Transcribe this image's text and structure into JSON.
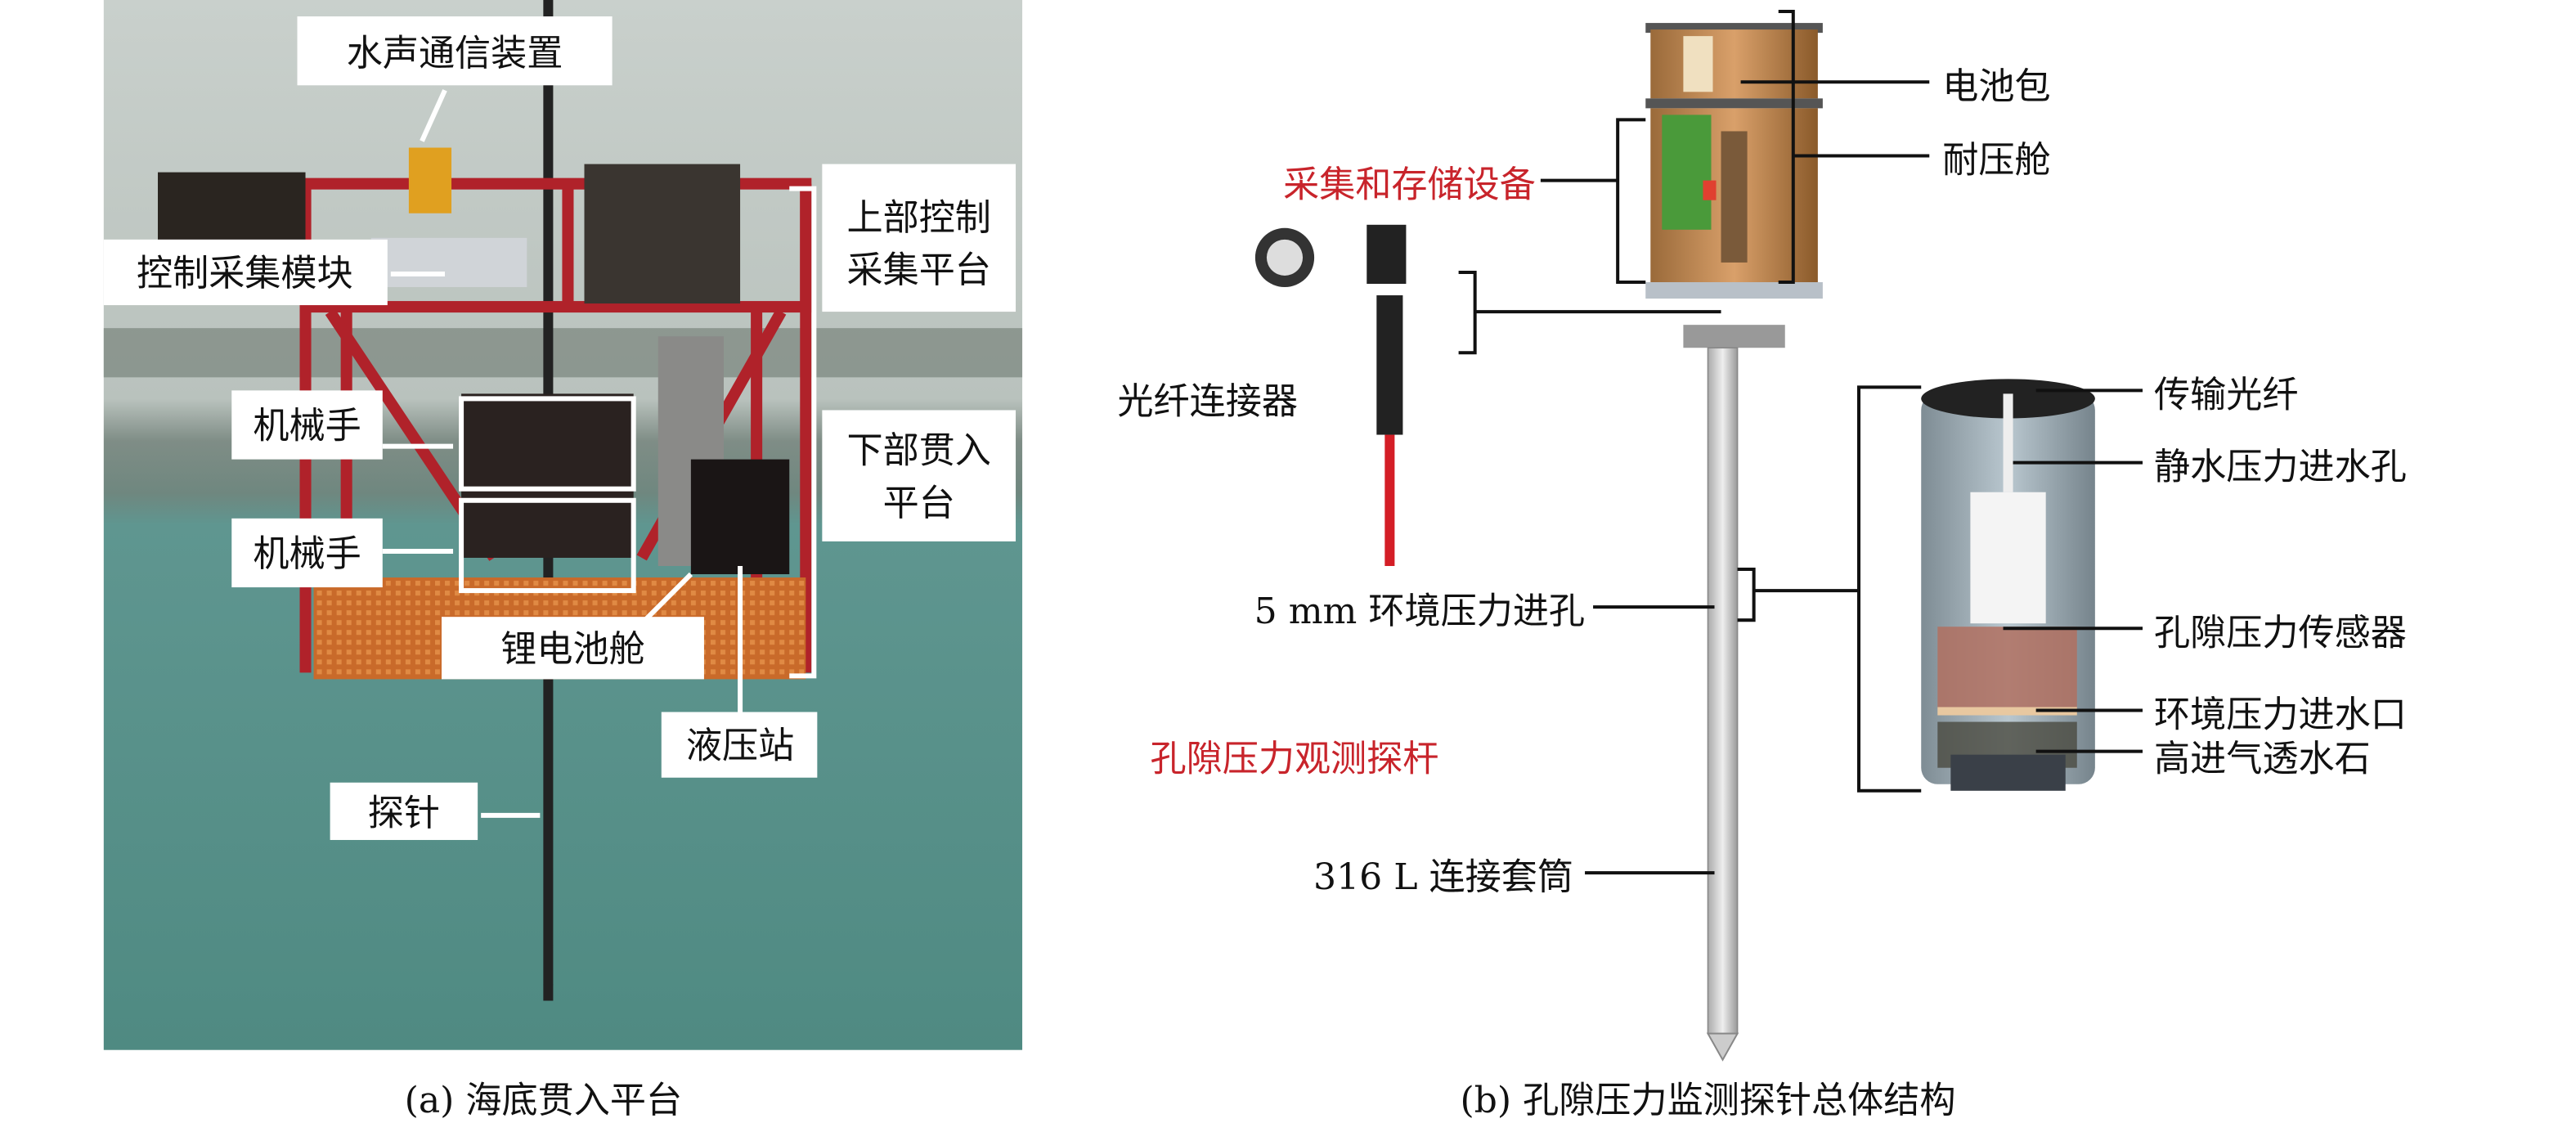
{
  "panel_a": {
    "caption": "(a) 海底贯入平台",
    "labels": {
      "acoustic": "水声通信装置",
      "control_module": "控制采集模块",
      "upper_platform_1": "上部控制",
      "upper_platform_2": "采集平台",
      "manipulator_1": "机械手",
      "manipulator_2": "机械手",
      "lower_platform_1": "下部贯入",
      "lower_platform_2": "平台",
      "battery_cabin": "锂电池舱",
      "hydraulic": "液压站",
      "probe": "探针"
    }
  },
  "panel_b": {
    "caption": "(b) 孔隙压力监测探针总体结构",
    "labels": {
      "battery_pack": "电池包",
      "pressure_cabin": "耐压舱",
      "acquisition": "采集和存储设备",
      "fiber_connector": "光纤连接器",
      "env_hole": "5 mm 环境压力进孔",
      "probe_rod": "孔隙压力观测探杆",
      "sleeve": "316 L 连接套筒",
      "fiber": "传输光纤",
      "hydro_inlet": "静水压力进水孔",
      "pore_sensor": "孔隙压力传感器",
      "env_inlet": "环境压力进水口",
      "stone": "高进气透水石"
    },
    "colors": {
      "highlight": "#c8242b"
    }
  }
}
